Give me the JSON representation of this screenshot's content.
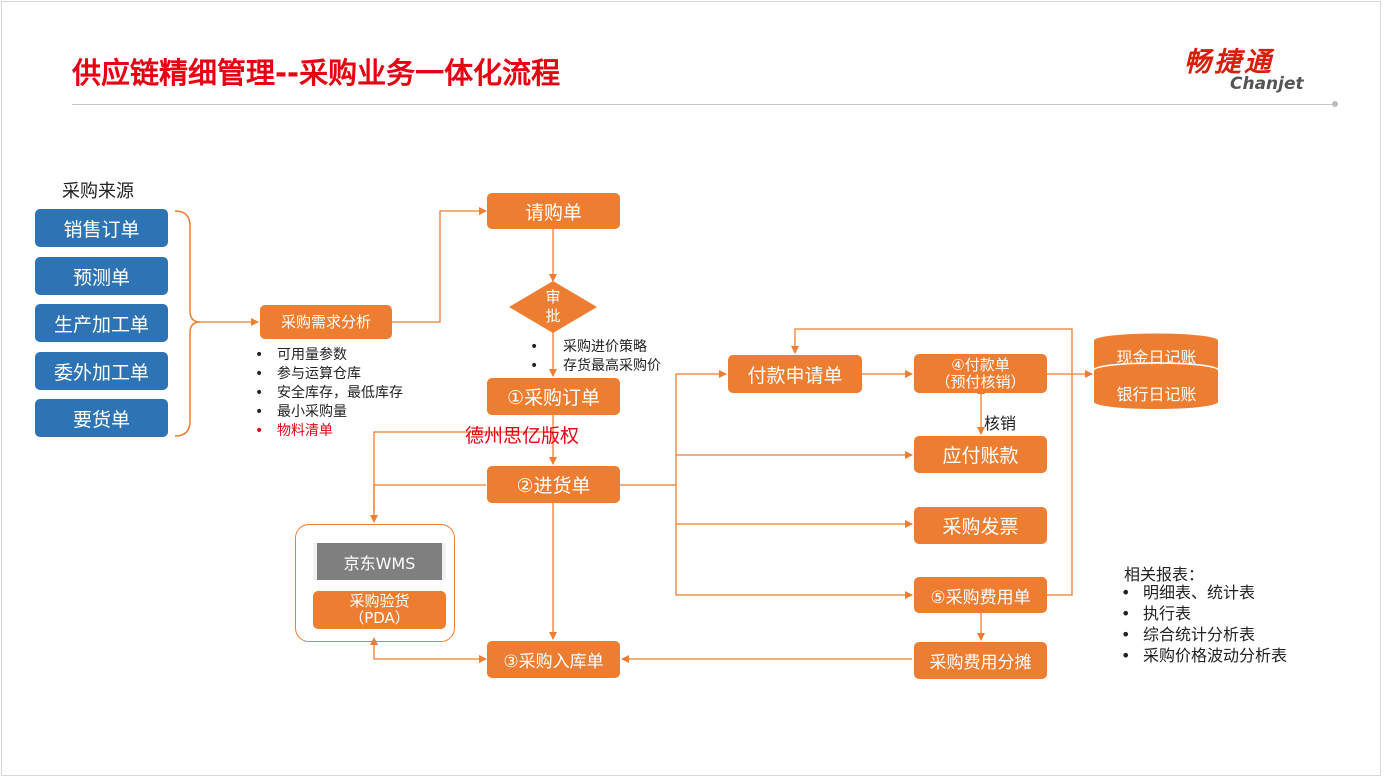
{
  "header": {
    "title": "供应链精细管理--采购业务一体化流程",
    "logo_cn": "畅捷通",
    "logo_en": "Chanjet"
  },
  "sources": {
    "heading": "采购来源",
    "items": [
      "销售订单",
      "预测单",
      "生产加工单",
      "委外加工单",
      "要货单"
    ]
  },
  "demand": {
    "label": "采购需求分析",
    "bullets": [
      "可用量参数",
      "参与运算仓库",
      "安全库存，最低库存",
      "最小采购量"
    ],
    "bullet_highlight": "物料清单"
  },
  "flow": {
    "requisition": "请购单",
    "approve_line1": "审",
    "approve_line2": "批",
    "strategy": [
      "采购进价策略",
      "存货最高采购价"
    ],
    "order": "①采购订单",
    "watermark": "德州思亿版权",
    "receipt": "②进货单",
    "inbound": "③采购入库单",
    "wms": "京东WMS",
    "pda_line1": "采购验货",
    "pda_line2": "（PDA）"
  },
  "payment": {
    "request": "付款申请单",
    "payment_line1": "④付款单",
    "payment_line2": "（预付核销）",
    "verify": "核销",
    "payable": "应付账款",
    "invoice": "采购发票",
    "expense": "⑤采购费用单",
    "allocation": "采购费用分摊",
    "cash_journal": "现金日记账",
    "bank_journal": "银行日记账"
  },
  "reports": {
    "heading": "相关报表：",
    "items": [
      "明细表、统计表",
      "执行表",
      "综合统计分析表",
      "采购价格波动分析表"
    ]
  },
  "colors": {
    "accent": "#ed7d31",
    "source_blue": "#2e74b5",
    "title_red": "#e60012",
    "line": "#ed7d31"
  }
}
